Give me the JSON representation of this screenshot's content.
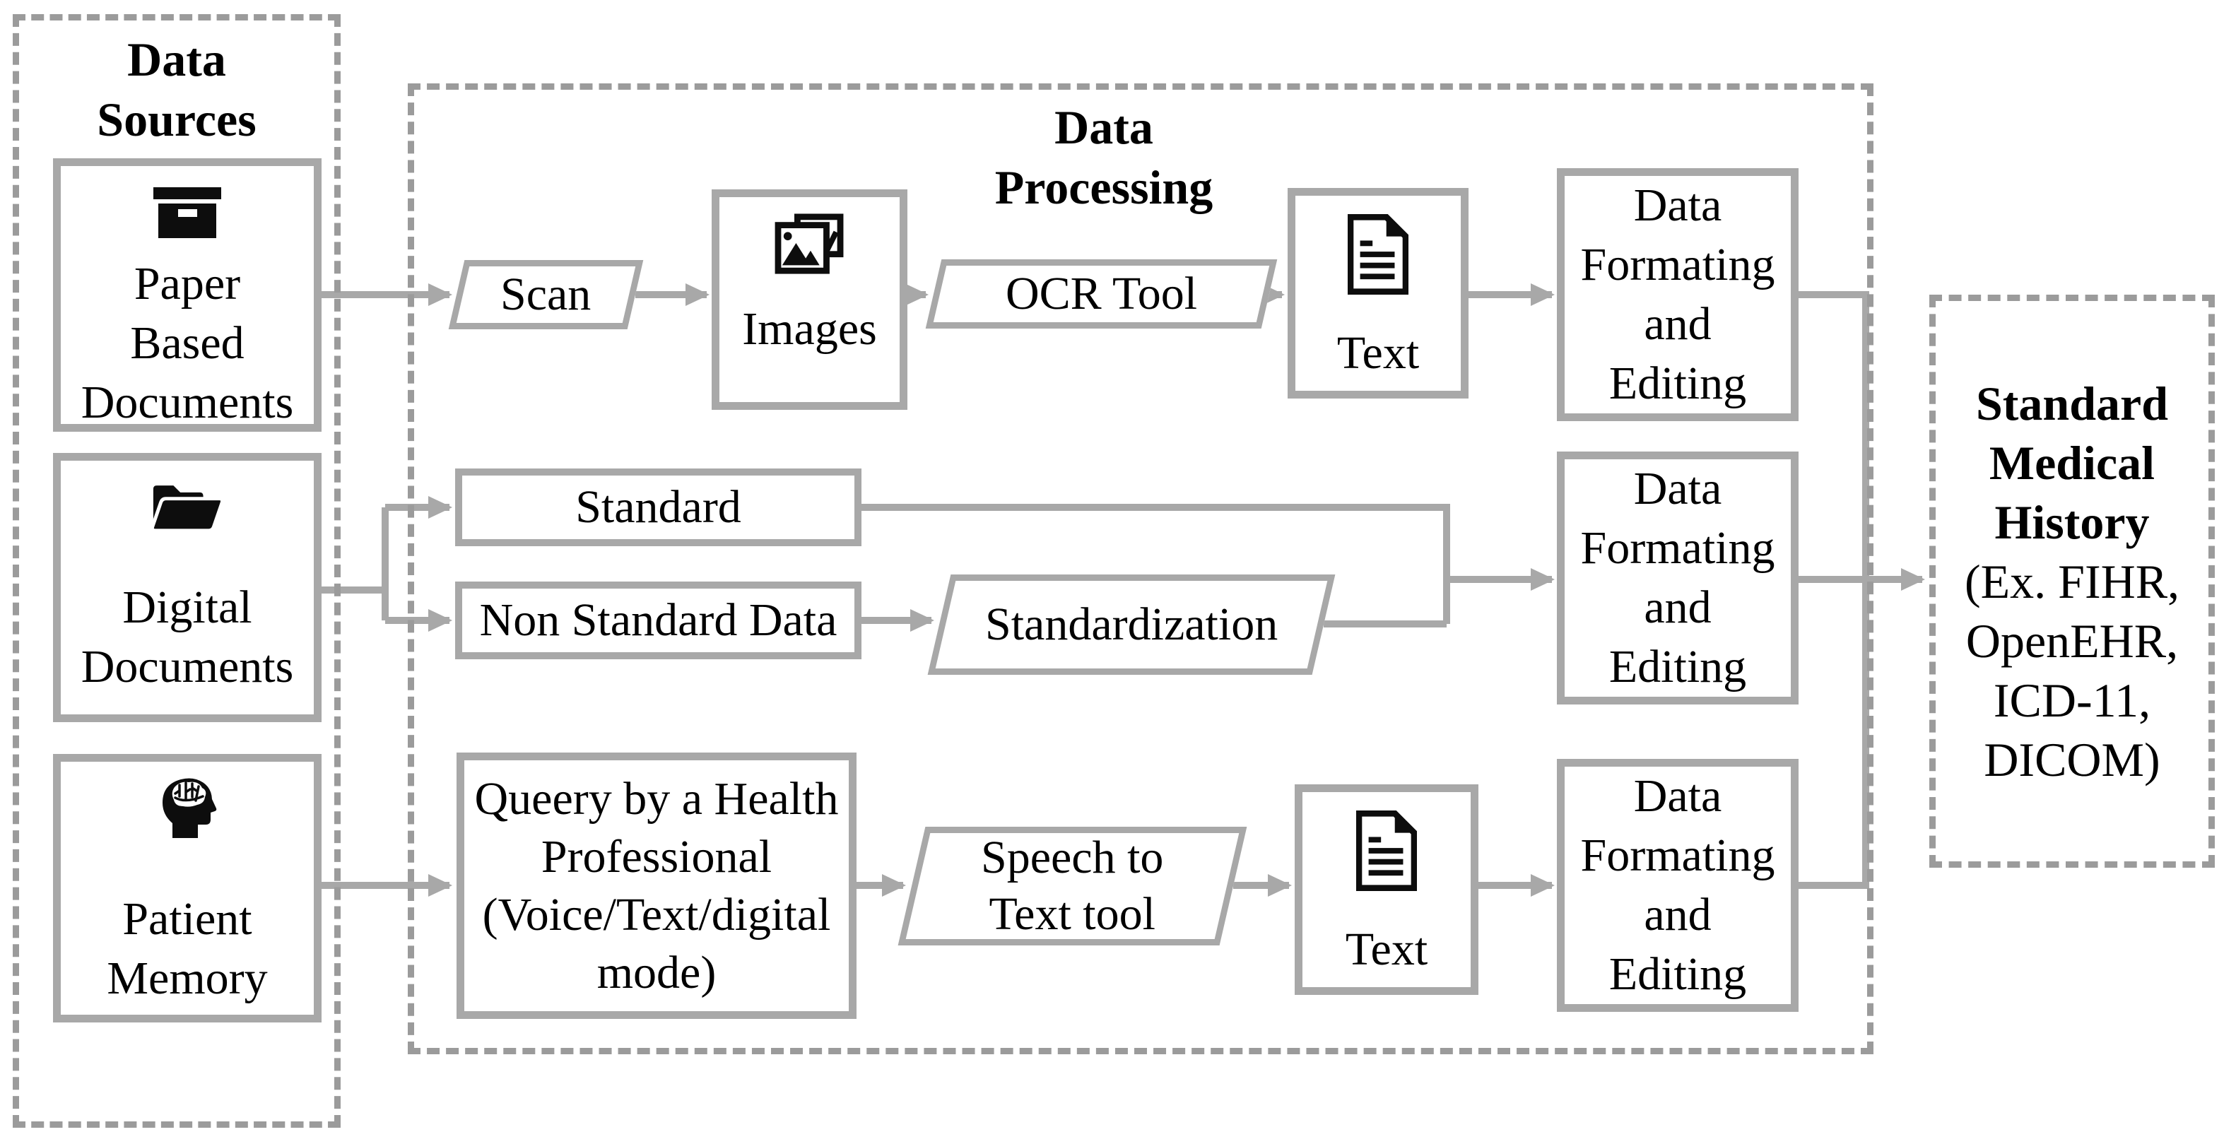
{
  "colors": {
    "connector_gray": "#a8a8a8",
    "box_border_gray": "#a8a8a8",
    "dashed_border_gray": "#9b9b9b",
    "text_black": "#000000",
    "icon_black": "#0d0d0d"
  },
  "groups": {
    "data_sources": {
      "title": "Data\nSources"
    },
    "data_processing": {
      "title": "Data\nProcessing"
    },
    "output": {
      "title": "Standard\nMedical\nHistory",
      "subtitle": "(Ex. FIHR,\nOpenEHR,\nICD-11,\nDICOM)"
    }
  },
  "sources": [
    {
      "label": "Paper\nBased\nDocuments",
      "icon": "archive-box-icon"
    },
    {
      "label": "Digital\nDocuments",
      "icon": "open-folder-icon"
    },
    {
      "label": "Patient\nMemory",
      "icon": "head-brain-icon"
    }
  ],
  "row1": {
    "scan": "Scan",
    "images": "Images",
    "ocr": "OCR Tool",
    "text": "Text",
    "format": "Data\nFormating\nand\nEditing"
  },
  "row2": {
    "standard": "Standard",
    "non_standard": "Non Standard Data",
    "standardization": "Standardization",
    "format": "Data\nFormating\nand\nEditing"
  },
  "row3": {
    "query": "Queery by a Health\nProfessional\n(Voice/Text/digital\nmode)",
    "speech": "Speech to\nText tool",
    "text": "Text",
    "format": "Data\nFormating\nand\nEditing"
  }
}
